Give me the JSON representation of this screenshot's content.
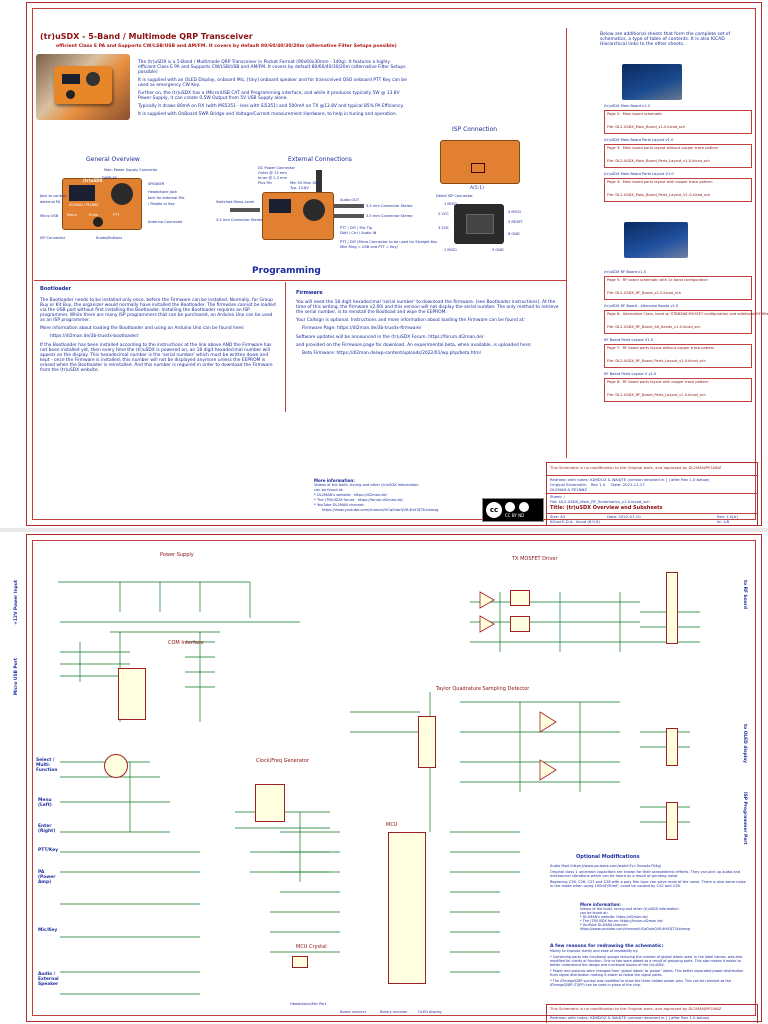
{
  "sheet1": {
    "title": "(tr)uSDX - 5-Band / Multimode QRP Transceiver",
    "subtitle": "efficient Class E PA and Supports CW/LSB/USB and AM/FM. It covers by default 80/60/40/30/20m (alternative Filter Setups possible)",
    "intro": [
      "The (tr)uSDX is a 5-Band / Multimode QRP Transceiver in Pocket Format (90x60x30mm - 140g). It features a highly efficient Class E PA and Supports CW/LSB/USB and AM/FM. It covers by default 80/60/40/30/20m (alternative Filter Setups possible)",
      "It is supplied with an OLED Display, onboard Mic, [tiny] onboard speaker and for transceived QSO onboard PTT Key can be used as emergency CW Key.",
      "Further on, the (tr)uSDX has a (Micro)USB CAT and Programming interface, and while it produces typically 5W @ 13.8V Power Supply, it can create 0.5W Output from 5V USB Supply alone.",
      "Typically it draws 80mA on RX (with MS5351 - less with Si5351) and 500mA on TX @13.8V and typical 85% PA Efficiency.",
      "It is supplied with OnBoard SWR Bridge and Voltage/Current measurement Hardware, to help in tuning and operation."
    ],
    "general_overview": "General Overview",
    "external_connections": "External Connections",
    "isp_connection": "ISP Connection",
    "overview_labels": [
      "Main Power Supply Connector",
      "DISPLAY",
      "SPEAKER",
      "Headphone Jack",
      "Jack for external Mic",
      "/ Paddle or Key",
      "Jack to control",
      "external PA",
      "Micro USB",
      "Antenna Connector",
      "ISP Connector",
      "Knobs/Buttons"
    ],
    "ext_labels": [
      "DC Power Connector",
      "Outer @ 13 mm",
      "Inner @ 1.3 mm",
      "Plus Pin",
      "Min 5V Max 16V",
      "Typ. 13.8V",
      "Switched Mono-Level",
      "3.5 mm Connector Stereo",
      "Audio OUT",
      "3.5 mm Connector Stereo",
      "3.5 mm Connector Stereo",
      "PTT / DIT / Mic Tip",
      "DAH / Ctrl / Audio IN",
      "PTT / DIT (Micro Connector to be used for Straight Key",
      "Mini Ring = USB and PTT = Key)"
    ],
    "isp_labels": [
      "A(5:1)",
      "Detail ISP Connector",
      "1 MISO",
      "2 VCC",
      "3 SCK",
      "4 MOSI",
      "5 RESET",
      "6 GND",
      "1 MISO",
      "5 GND"
    ],
    "device_labels": [
      "(tr)uSDX",
      "DL2MAN / PE1NNZ",
      "Menu",
      "Enter",
      "PTT"
    ],
    "programming": "Programming",
    "bootloader_hdr": "Bootloader",
    "bootloader_text": [
      "The Bootloader needs to be installed only once, before the Firmware can be installed. Normally, for Group Buy or Kit Buy, the organizer would normally have installed the Bootloader. The firmware cannot be loaded via the USB port without first installing the Bootloader. Installing the Bootloader requires an ISP programmer. While there are many ISP programmers that can be purchased, an Arduino Uno can be used as an ISP programmer.",
      "More information about loading the Bootloader and using an Arduino Uno can be found here:",
      "https://dl2man.de/3b-trusdx-bootloader/",
      "If the Bootloader has been installed according to the instructions at the link above AND the Firmware has not been installed yet, then every time the (tr)uSDX is powered on, an 18 digit hexadecimal number will appear on the display. This hexadecimal number is the 'serial number' which must be written down and kept - once the Firmware is installed, this number will not be displayed anymore unless the EEPROM is erased when the Bootloader is reinstalled. And this number is required in order to download the Firmware from the (tr)uSDX website."
    ],
    "firmware_hdr": "Firmware",
    "firmware_text": [
      "You will need the 18 digit hexadecimal 'serial number' to download the firmware. (see Bootloader instructions). At the time of this writing, the firmware v2.00i and this version will not display the serial number. The only method to retrieve the serial number, is to reinstall the Bootload and wipe the EEPROM.",
      "Your Callsign is optional. Instructions and more information about loading the Firmware can be found at:",
      "Firmware Page:  https://dl2man.de/3b-trusdx-firmware/",
      "Software updates will be announced in the (tr)uSDX Forum.  https://forum.dl2man.de/",
      "and provided on the Firmware page for download. An experimental beta, when available, is uploaded here:",
      "Beta Firmware:  https://dl2man.de/wp-content/uploads/2022/01/wp.php/beta.html"
    ],
    "more_info_hdr": "More information:",
    "more_info_text": [
      "Videos of the build, tuning and other (tr)uSDX information",
      "can be found at:",
      "* DL2MAN's website:  https://dl2man.de/",
      "* The (TR)USDX forum:  https://forum.dl2man.de/",
      "* YouTube DL2MAN channel:",
      "https://www.youtube.com/channel/UCqGsbrQVfL4HX3JT3Lkbmsg"
    ],
    "license": "CC BY ND",
    "right_intro": "Below are additional sheets that form the complete set of schematics, a type of table of contents. It is also KiCAD Hierarchical links to the other sheets.",
    "right_sheets": [
      {
        "hdr": "(tr)uSDX Main Board v1.0",
        "name": "Page 2:  Main board schematic",
        "file": "File: DL2-USDX_Main_Board_v1-0.kicad_sch"
      },
      {
        "hdr": "(tr)uSDX Main Board Parts Layout v1.0",
        "name": "Page 3:  Main board parts layout without copper trace pattern",
        "file": "File: DL2-USDX_Main_Board_Parts_Layout_v1-0.kicad_sch"
      },
      {
        "hdr": "(tr)uSDX Main Board Parts Layout V1.0",
        "name": "Page 4:  Main board parts layout with copper trace pattern",
        "file": "File: DL2-USDX_Main_Board_Parts_Layout_V1-0.kicad_sch"
      },
      {
        "hdr": "(tr)uSDX RF Board v1.0",
        "name": "Page 5:  RF board schematic with 1x band configuration",
        "file": "File: DL2-USDX_RF_Board_v1-0.kicad_sch"
      },
      {
        "hdr": "(tr)uSDX RF Board - Alternate Bands v1.0",
        "name": "Page 6:  Alternative Class, band w/ STBB2N6 MOSFET configuration and additional RF filter information",
        "file": "File: DL2-USDX_RF_Board_Alt_Bands_v1-0.kicad_sch"
      },
      {
        "hdr": "RF Board Parts Layout V1.0",
        "name": "Page 7:  RF board parts layout without copper trace pattern",
        "file": "File: DL2-USDX_RF_Board_Parts_Layout_v1-0.kicad_sch"
      },
      {
        "hdr": "RF Board Parts Layout V v1.0",
        "name": "Page 8:  RF board parts layout with copper trace pattern",
        "file": "File: DL2-USDX_RF_Board_Parts_Layout_v1-0.kicad_sch"
      }
    ],
    "tb_note": "This Schematic is no modification to the Original work, and approved by DL2MAN/PE1NNZ",
    "tb_redrawn": "Redrawn with notes: KD9DOZ & WA4JTE (version denoted in [ ] after Rev 1.0 below)",
    "tb_original": "Original Schematic:   Rev 1.0     Date: 2021-11-27",
    "tb_authors": "DL2MAN & PE1NNZ",
    "tb_sheet": "Sheet: /",
    "tb_file": "File: DL2-USDX_Main_RF_Schematics_v1.0.kicad_sch",
    "tb_title": "Title: (tr)uSDX Overview and Subsheets",
    "tb_size": "Size: A3",
    "tb_date": "Date: 2022-07-10",
    "tb_rev": "Rev: 1.0[b]",
    "tb_kicad": "KiCad E.D.A.  kicad (6.0.6)",
    "tb_id": "Id: 1/8"
  },
  "sheet2": {
    "blocks": {
      "power_supply": "Power Supply",
      "com_interface": "COM Interface",
      "clock": "Clock/Freq Generator",
      "mcu": "MCU",
      "mcu_crystal": "MCU Crystal",
      "tx_mosfet": "TX MOSFET Driver",
      "tqsd": "Taylor Quadrature Sampling Detector",
      "optional_mods": "Optional Modifications"
    },
    "left_labels": [
      "+12V Power Input",
      "Micro USB Port",
      "Select / Multi-Function",
      "Menu (Left)",
      "Enter (Right)",
      "PTT/Key",
      "PA (Power Amp)",
      "Mic/Key",
      "Audio / External Speaker"
    ],
    "right_labels": [
      "to RF board",
      "to OLED display",
      "ISP Programmer Port"
    ],
    "optional_text": [
      "Audio Mod (https://www.youtube.com/watch?v=3vvw4e7S4g)",
      "Original class 1 uncertain capacitors are known for their piezoelectric effects. They can pick up audio and mechanical vibrations which can be heard as a result of grinding noise.",
      "Replacing C26, C28, C27 and C28 with a poly film type can solve most of the noise. There is also some noise in the mode when using 100mF/50mF, could be caused by C22 and C28."
    ],
    "more_info_hdr": "More information:",
    "more_info_text": [
      "Videos of the build, tuning and other (tr)uSDX information",
      "can be found at:",
      "* DL2MAN's website:  https://dl2man.de/",
      "* The (TR)USDX forum:  https://forum.dl2man.de/",
      "* YouTube DL2MAN channel:",
      "https://www.youtube.com/channel/UCqGsbrQVfL4HX3JT3Lkbmsg"
    ],
    "reasons_hdr": "A few reasons for redrawing the schematic:",
    "reasons_intro": "Mainly to improve clarity and ease of readability by:",
    "reasons": [
      "* Combining parts into functional groups reducing the number of global labels used. In the label names, was also modified for clarity of function. One or two were added as a result of grouping parts. This also makes it easier to better understand the design and functional blocks of the (tr)uSDX.",
      "* Power and grounds were changed from 'global labels' to 'power' labels. This better separated power distribution from signal distribution making it easier to follow the signal paths.",
      "* The ATmega328P symbol was modified to show the three hidden power pins. This can be relevant as the ATmega328P (TQFP) can be used in place of the chip."
    ],
    "footer_note": "This Schematic is no modification to the Original work, and approved by DL2MAN/PE1NNZ",
    "footer_redrawn": "Redrawn with notes: KD9DOZ & WA4JTE (version denoted in [ ] after Rev 1.0 below)",
    "bottom_labels": [
      "Board connect",
      "Rotary encoder",
      "Headphone/Mic Port",
      "OLED display"
    ]
  },
  "colors": {
    "border": "#b03030",
    "text_blue": "#1a2a9a",
    "wire_green": "#0a7a20",
    "device_orange": "#e08030"
  }
}
